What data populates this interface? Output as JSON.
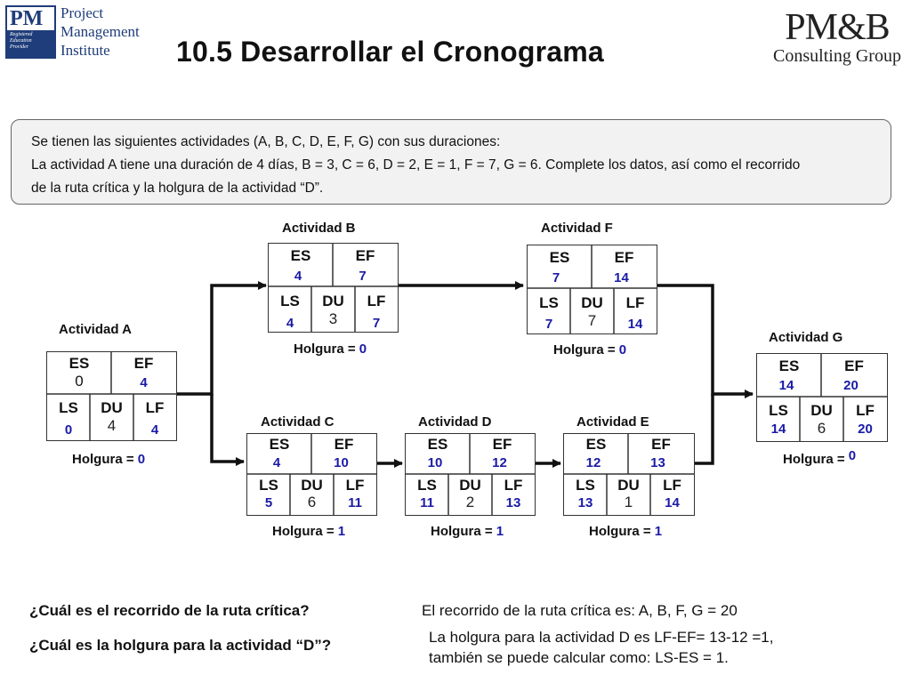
{
  "header": {
    "pmi_mark": "PM",
    "pmi_mark_sub": [
      "Registered",
      "Education",
      "Provider"
    ],
    "pmi_lines": [
      "Project",
      "Management",
      "Institute"
    ],
    "title": "10.5 Desarrollar el Cronograma",
    "pmb_name": "PM&B",
    "pmb_sub": "Consulting Group"
  },
  "instructions": [
    "Se tienen las siguientes actividades (A, B, C, D, E, F, G)  con sus duraciones:",
    "La actividad A tiene una duración de 4 días, B = 3, C = 6, D = 2, E = 1, F = 7, G = 6. Complete los datos, así como el recorrido",
    "de la ruta crítica y la holgura de la actividad “D”."
  ],
  "labels": {
    "es": "ES",
    "ef": "EF",
    "ls": "LS",
    "du": "DU",
    "lf": "LF",
    "slack": "Holgura ="
  },
  "activities": [
    {
      "id": "A",
      "title": "Actividad A",
      "es": "0",
      "ef": "4",
      "ls": "0",
      "du": "4",
      "lf": "4",
      "slack": "0"
    },
    {
      "id": "B",
      "title": "Actividad B",
      "es": "4",
      "ef": "7",
      "ls": "4",
      "du": "3",
      "lf": "7",
      "slack": "0"
    },
    {
      "id": "C",
      "title": "Actividad C",
      "es": "4",
      "ef": "10",
      "ls": "5",
      "du": "6",
      "lf": "11",
      "slack": "1"
    },
    {
      "id": "D",
      "title": "Actividad D",
      "es": "10",
      "ef": "12",
      "ls": "11",
      "du": "2",
      "lf": "13",
      "slack": "1"
    },
    {
      "id": "E",
      "title": "Actividad E",
      "es": "12",
      "ef": "13",
      "ls": "13",
      "du": "1",
      "lf": "14",
      "slack": "1"
    },
    {
      "id": "F",
      "title": "Actividad F",
      "es": "7",
      "ef": "14",
      "ls": "7",
      "du": "7",
      "lf": "14",
      "slack": "0"
    },
    {
      "id": "G",
      "title": "Actividad G",
      "es": "14",
      "ef": "20",
      "ls": "14",
      "du": "6",
      "lf": "20",
      "slack": "0"
    }
  ],
  "qa": [
    {
      "question": "¿Cuál es el recorrido de la ruta crítica?",
      "answer": [
        "El recorrido de la ruta crítica es: A, B, F, G = 20"
      ]
    },
    {
      "question": "¿Cuál es la holgura para la actividad “D”?",
      "answer": [
        "La holgura para la actividad D es LF-EF= 13-12 =1,",
        "también se puede calcular como: LS-ES = 1."
      ]
    }
  ],
  "colors": {
    "value_blue": "#1a1aa6",
    "border": "#333333",
    "pmi_blue": "#1f3d7a"
  }
}
